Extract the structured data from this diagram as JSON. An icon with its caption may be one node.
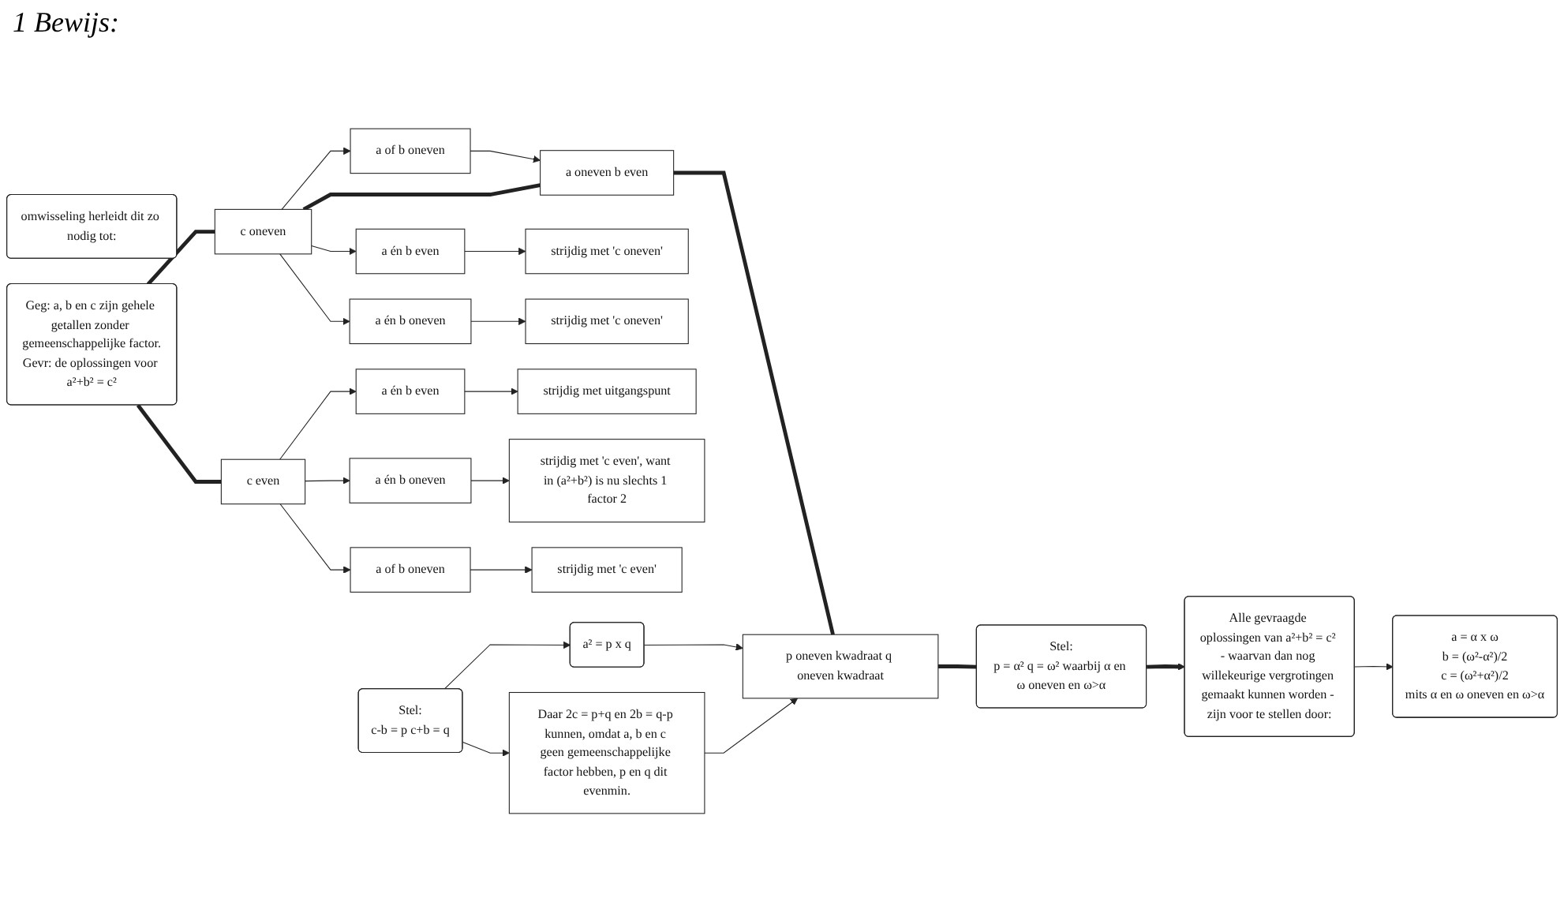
{
  "diagram": {
    "title": "1 Bewijs:",
    "nodes": [
      {
        "text": [
          "Geg: a, b en c zijn gehele getallen zonder gemeenschappelijke factor.",
          "Gevr: de oplossingen voor a²+b² = c²"
        ]
      },
      {
        "text": [
          "c even"
        ]
      },
      {
        "text": [
          "c oneven"
        ]
      },
      {
        "text": [
          "a of b oneven"
        ]
      },
      {
        "text": [
          "omwisseling herleidt dit zo nodig tot:"
        ]
      },
      {
        "text": [
          "a oneven b even"
        ]
      },
      {
        "text": [
          "a én b even"
        ]
      },
      {
        "text": [
          "strijdig met 'c oneven'"
        ]
      },
      {
        "text": [
          "a én b oneven"
        ]
      },
      {
        "text": [
          "strijdig met 'c oneven'"
        ]
      },
      {
        "text": [
          "a én b even"
        ]
      },
      {
        "text": [
          "strijdig met uitgangspunt"
        ]
      },
      {
        "text": [
          "a én b oneven"
        ]
      },
      {
        "text": [
          "strijdig met 'c even', want in (a²+b²) is nu slechts 1 factor 2"
        ]
      },
      {
        "text": [
          "a of b oneven"
        ]
      },
      {
        "text": [
          "strijdig met 'c even'"
        ]
      },
      {
        "text": [
          "Stel:",
          "c-b = p c+b = q"
        ]
      },
      {
        "text": [
          "a² = p x q"
        ]
      },
      {
        "text": [
          "p oneven kwadraat q oneven kwadraat"
        ]
      },
      {
        "text": [
          "Daar 2c = p+q en 2b = q-p kunnen, omdat a, b en c geen gemeenschappelijke factor hebben, p en q dit evenmin."
        ]
      },
      {
        "text": [
          "Stel:",
          "p = α² q = ω² waarbij α en ω oneven en ω>α"
        ]
      },
      {
        "text": [
          "Alle gevraagde oplossingen van a²+b² = c² - waarvan dan nog willekeurige vergrotingen gemaakt kunnen worden - zijn voor te stellen door:"
        ]
      },
      {
        "text": [
          "a = α x ω",
          "b = (ω²-α²)/2",
          "c = (ω²+α²)/2",
          "mits α en ω oneven en ω>α"
        ]
      }
    ],
    "edges": [
      {
        "from": 0,
        "to": 1,
        "arrow": "none",
        "style": "thick"
      },
      {
        "from": 0,
        "to": 2,
        "arrow": "none",
        "style": "thick"
      },
      {
        "from": 2,
        "to": 3,
        "arrow": "to"
      },
      {
        "from": 3,
        "to": 5,
        "arrow": "to"
      },
      {
        "from": 2,
        "to": 5,
        "arrow": "none",
        "style": "thick"
      },
      {
        "from": 2,
        "to": 6,
        "arrow": "to"
      },
      {
        "from": 2,
        "to": 8,
        "arrow": "to"
      },
      {
        "from": 6,
        "to": 7,
        "arrow": "to"
      },
      {
        "from": 8,
        "to": 9,
        "arrow": "to"
      },
      {
        "from": 1,
        "to": 10,
        "arrow": "to"
      },
      {
        "from": 1,
        "to": 12,
        "arrow": "to"
      },
      {
        "from": 1,
        "to": 14,
        "arrow": "to"
      },
      {
        "from": 10,
        "to": 11,
        "arrow": "to"
      },
      {
        "from": 12,
        "to": 13,
        "arrow": "to"
      },
      {
        "from": 14,
        "to": 15,
        "arrow": "to"
      },
      {
        "from": 5,
        "to": 18,
        "arrow": "none",
        "style": "thick"
      },
      {
        "from": 16,
        "to": 17,
        "arrow": "to"
      },
      {
        "from": 17,
        "to": 18,
        "arrow": "to"
      },
      {
        "from": 16,
        "to": 19,
        "arrow": "to"
      },
      {
        "from": 19,
        "to": 18,
        "arrow": "to"
      },
      {
        "from": 18,
        "to": 20,
        "arrow": "none",
        "style": "thick"
      },
      {
        "from": 20,
        "to": 21,
        "arrow": "to",
        "style": "thick"
      },
      {
        "from": 21,
        "to": 22,
        "arrow": "to"
      }
    ]
  }
}
